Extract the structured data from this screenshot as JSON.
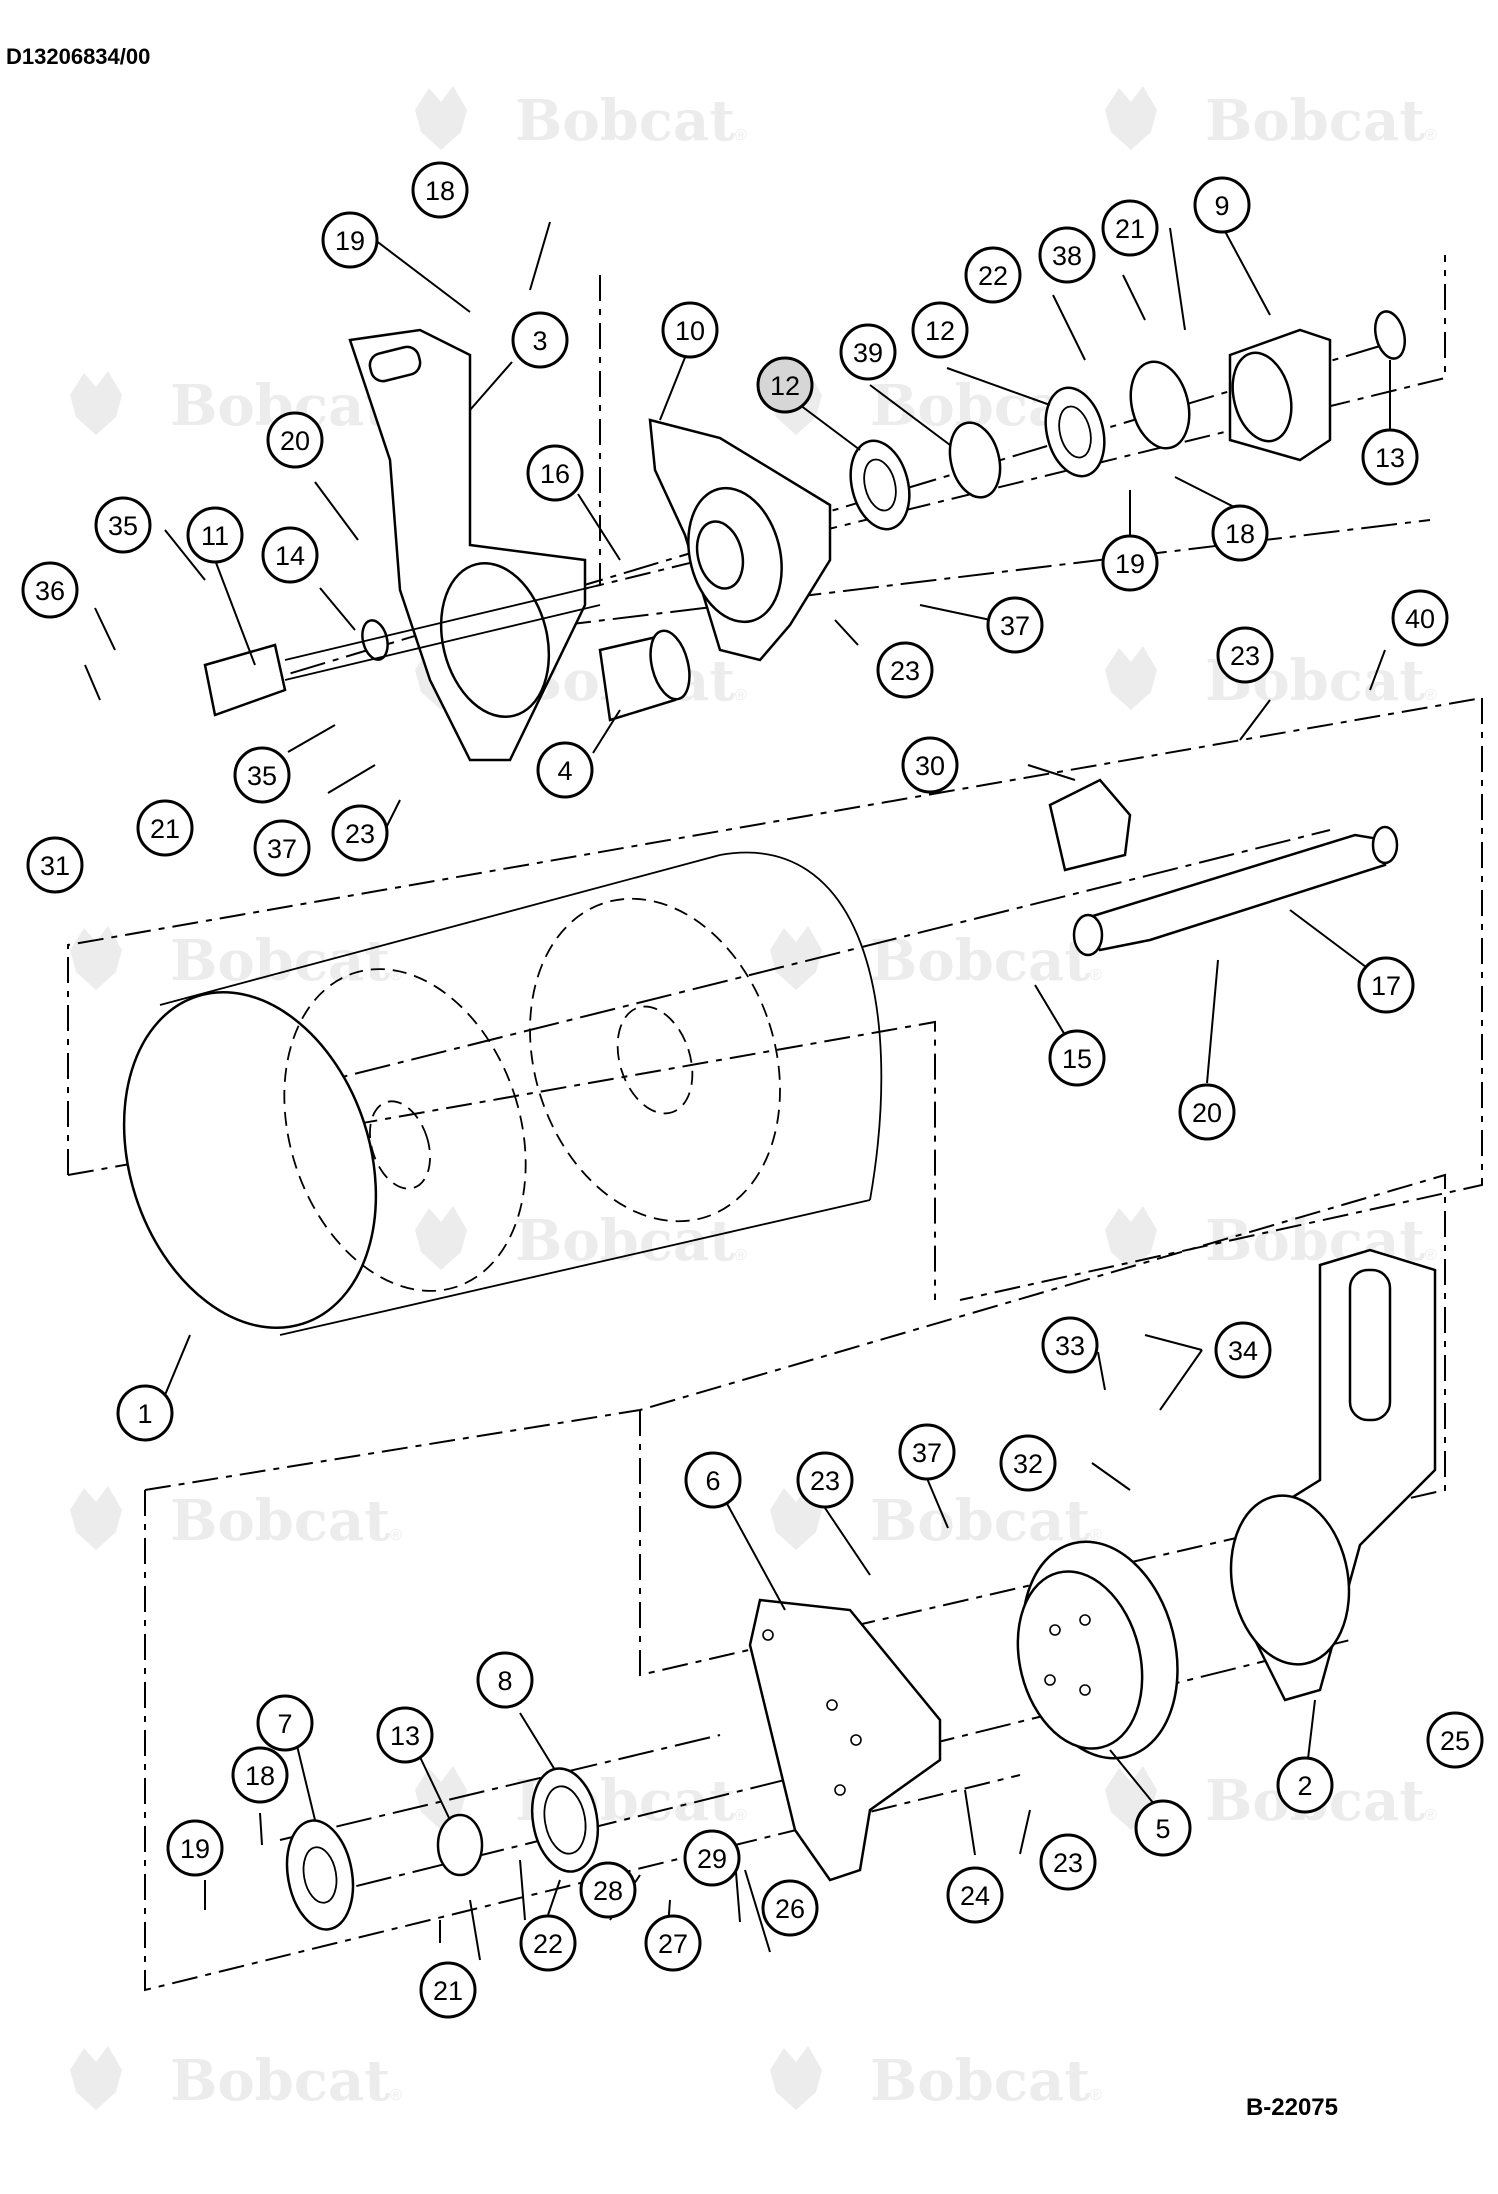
{
  "header": {
    "document_id": "D13206834/00"
  },
  "footer": {
    "figure_id": "B-22075"
  },
  "watermark": {
    "brand": "Bobcat",
    "mark": "®",
    "icon": "bobcat-head-icon"
  },
  "callouts": [
    {
      "id": "c1",
      "label": "1"
    },
    {
      "id": "c2",
      "label": "2"
    },
    {
      "id": "c3",
      "label": "3"
    },
    {
      "id": "c4",
      "label": "4"
    },
    {
      "id": "c5",
      "label": "5"
    },
    {
      "id": "c6",
      "label": "6"
    },
    {
      "id": "c7",
      "label": "7"
    },
    {
      "id": "c8",
      "label": "8"
    },
    {
      "id": "c9",
      "label": "9"
    },
    {
      "id": "c10",
      "label": "10"
    },
    {
      "id": "c11",
      "label": "11"
    },
    {
      "id": "c12a",
      "label": "12",
      "highlight": true
    },
    {
      "id": "c12b",
      "label": "12"
    },
    {
      "id": "c13a",
      "label": "13"
    },
    {
      "id": "c13b",
      "label": "13"
    },
    {
      "id": "c14",
      "label": "14"
    },
    {
      "id": "c15",
      "label": "15"
    },
    {
      "id": "c16",
      "label": "16"
    },
    {
      "id": "c17",
      "label": "17"
    },
    {
      "id": "c18a",
      "label": "18"
    },
    {
      "id": "c18b",
      "label": "18"
    },
    {
      "id": "c18c",
      "label": "18"
    },
    {
      "id": "c19a",
      "label": "19"
    },
    {
      "id": "c19b",
      "label": "19"
    },
    {
      "id": "c19c",
      "label": "19"
    },
    {
      "id": "c20a",
      "label": "20"
    },
    {
      "id": "c20b",
      "label": "20"
    },
    {
      "id": "c21a",
      "label": "21"
    },
    {
      "id": "c21b",
      "label": "21"
    },
    {
      "id": "c21c",
      "label": "21"
    },
    {
      "id": "c22a",
      "label": "22"
    },
    {
      "id": "c22b",
      "label": "22"
    },
    {
      "id": "c23a",
      "label": "23"
    },
    {
      "id": "c23b",
      "label": "23"
    },
    {
      "id": "c23c",
      "label": "23"
    },
    {
      "id": "c23d",
      "label": "23"
    },
    {
      "id": "c23e",
      "label": "23"
    },
    {
      "id": "c24",
      "label": "24"
    },
    {
      "id": "c25",
      "label": "25"
    },
    {
      "id": "c26",
      "label": "26"
    },
    {
      "id": "c27",
      "label": "27"
    },
    {
      "id": "c28",
      "label": "28"
    },
    {
      "id": "c29",
      "label": "29"
    },
    {
      "id": "c30",
      "label": "30"
    },
    {
      "id": "c31",
      "label": "31"
    },
    {
      "id": "c32",
      "label": "32"
    },
    {
      "id": "c33",
      "label": "33"
    },
    {
      "id": "c34",
      "label": "34"
    },
    {
      "id": "c35a",
      "label": "35"
    },
    {
      "id": "c35b",
      "label": "35"
    },
    {
      "id": "c36",
      "label": "36"
    },
    {
      "id": "c37a",
      "label": "37"
    },
    {
      "id": "c37b",
      "label": "37"
    },
    {
      "id": "c37c",
      "label": "37"
    },
    {
      "id": "c38",
      "label": "38"
    },
    {
      "id": "c39",
      "label": "39"
    },
    {
      "id": "c40",
      "label": "40"
    }
  ]
}
